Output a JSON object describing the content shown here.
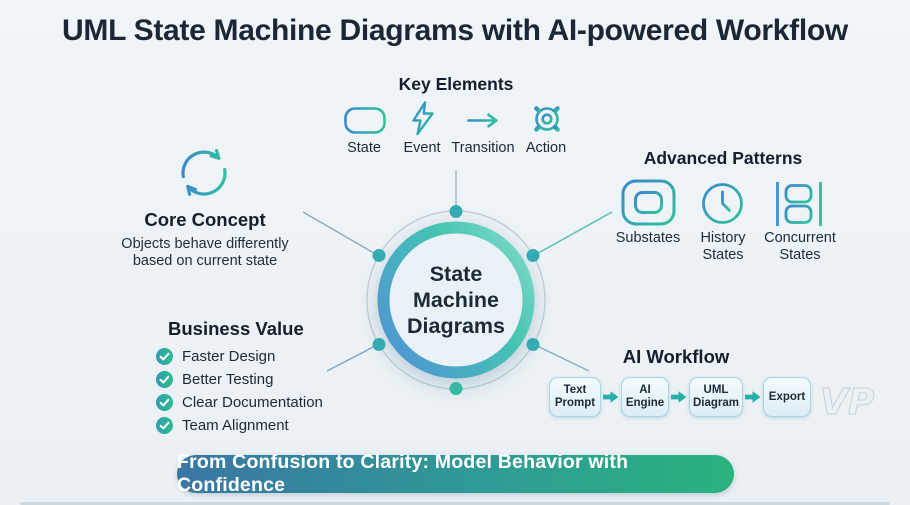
{
  "title": "UML State Machine Diagrams with AI-powered Workflow",
  "hub": {
    "lines": [
      "State",
      "Machine",
      "Diagrams"
    ]
  },
  "key_elements": {
    "heading": "Key Elements",
    "items": [
      {
        "label": "State",
        "icon": "rounded-rect-state-icon"
      },
      {
        "label": "Event",
        "icon": "lightning-bolt-icon"
      },
      {
        "label": "Transition",
        "icon": "transition-arrow-icon"
      },
      {
        "label": "Action",
        "icon": "gear-icon"
      }
    ]
  },
  "core_concept": {
    "heading": "Core Concept",
    "description": "Objects behave differently based on current state",
    "icon": "cycle-arrows-icon"
  },
  "advanced_patterns": {
    "heading": "Advanced Patterns",
    "items": [
      {
        "label": "Substates",
        "icon": "substates-icon"
      },
      {
        "label": "History States",
        "icon": "history-clock-icon"
      },
      {
        "label": "Concurrent States",
        "icon": "concurrent-states-icon"
      }
    ]
  },
  "business_value": {
    "heading": "Business Value",
    "bullet_icon": "check-circle-icon",
    "items": [
      "Faster Design",
      "Better Testing",
      "Clear Documentation",
      "Team Alignment"
    ]
  },
  "ai_workflow": {
    "heading": "AI Workflow",
    "steps": [
      "Text Prompt",
      "AI Engine",
      "UML Diagram",
      "Export"
    ]
  },
  "banner": {
    "text": "From Confusion to Clarity: Model Behavior with Confidence"
  },
  "watermark": {
    "label": "VP"
  },
  "colors": {
    "background": "#edf3f6",
    "title_text": "#1b2734",
    "accent_blue": "#4a96d4",
    "accent_teal": "#35c49e",
    "hub_fill": "#eaf2f8",
    "hub_ring_gray": "#bccdd4",
    "connector_dot": "#37abb5",
    "check_gradient_start": "#2d9cb0",
    "check_gradient_end": "#2fbe8e",
    "banner_gradient_start": "#3a76a3",
    "banner_gradient_end": "#2bb37e",
    "workflow_box_border": "#a9d4e2",
    "workflow_arrow": "#27b0a8"
  }
}
